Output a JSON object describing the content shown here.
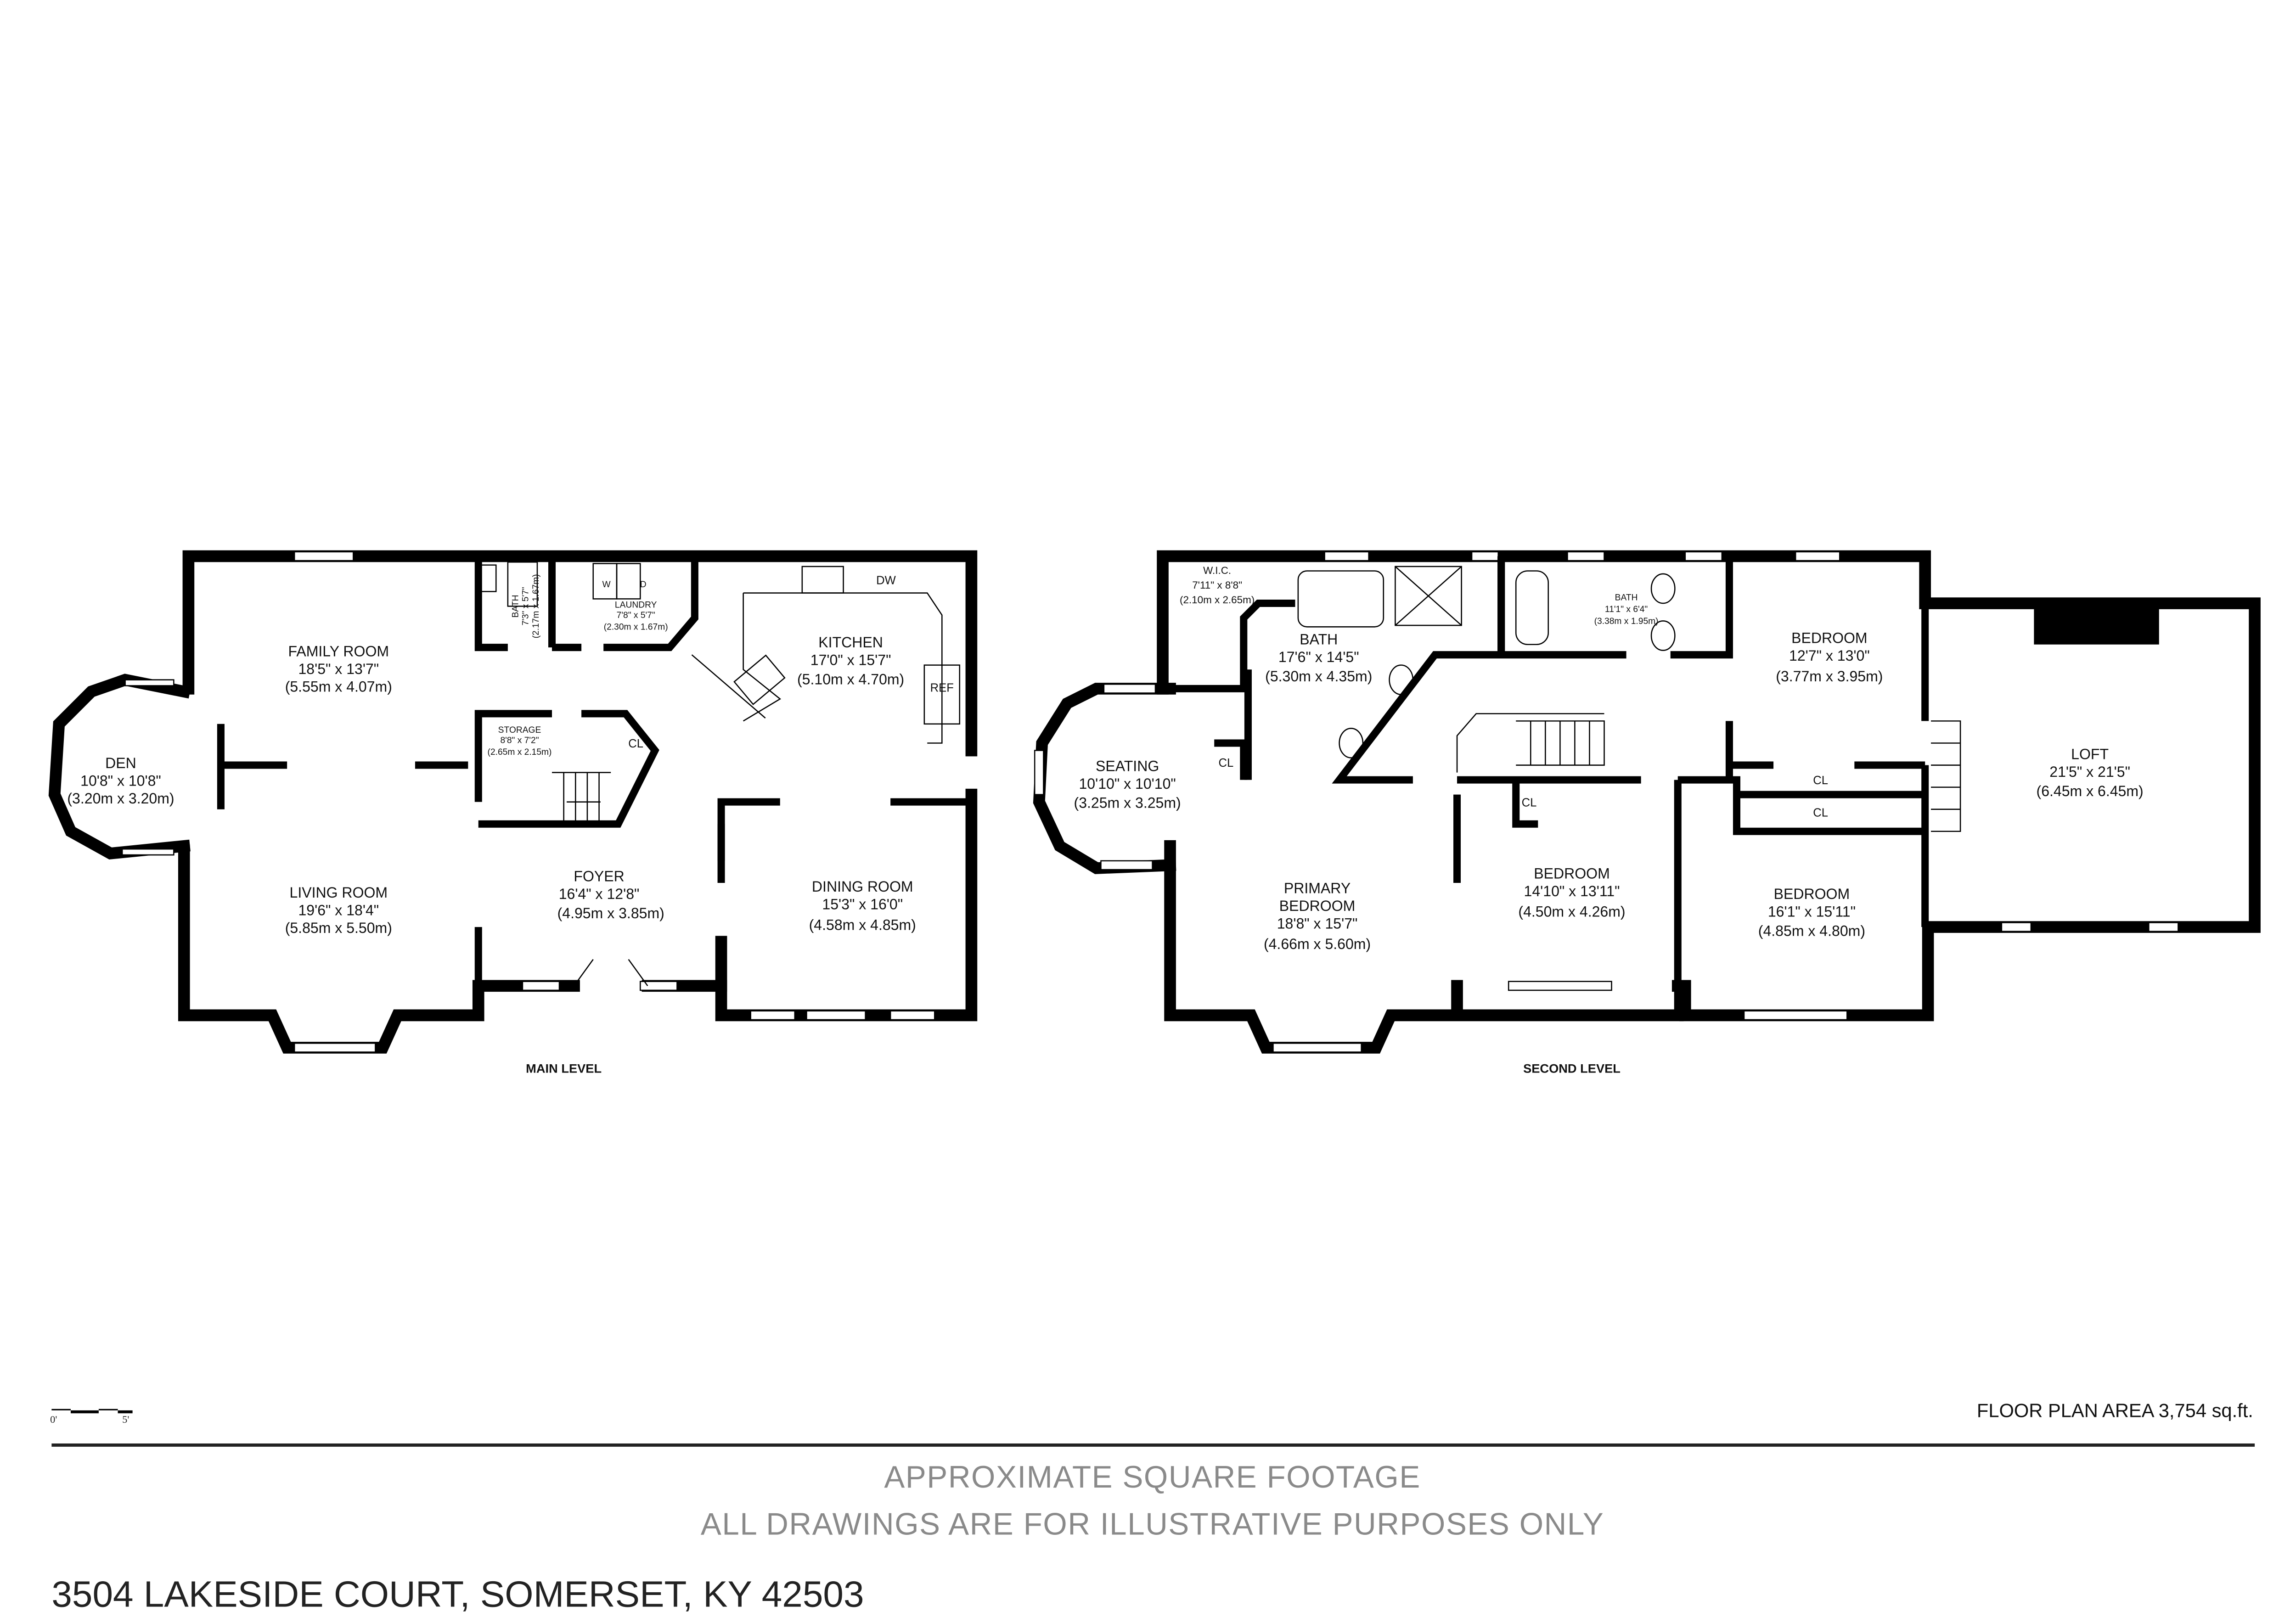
{
  "main_level": {
    "title": "MAIN LEVEL",
    "rooms": {
      "family_room": {
        "name": "FAMILY ROOM",
        "imperial": "18'5\" x 13'7\"",
        "metric": "(5.55m x 4.07m)"
      },
      "den": {
        "name": "DEN",
        "imperial": "10'8\" x 10'8\"",
        "metric": "(3.20m x 3.20m)"
      },
      "living_room": {
        "name": "LIVING ROOM",
        "imperial": "19'6\" x 18'4\"",
        "metric": "(5.85m x 5.50m)"
      },
      "bath": {
        "name": "BATH",
        "imperial": "7'3\" x 5'7\"",
        "metric": "(2.17m x 1.67m)"
      },
      "laundry": {
        "name": "LAUNDRY",
        "imperial": "7'8\" x 5'7\"",
        "metric": "(2.30m x 1.67m)"
      },
      "storage": {
        "name": "STORAGE",
        "imperial": "8'8\" x 7'2\"",
        "metric": "(2.65m x 2.15m)"
      },
      "closet": {
        "name": "CL"
      },
      "kitchen": {
        "name": "KITCHEN",
        "imperial": "17'0\" x 15'7\"",
        "metric": "(5.10m x 4.70m)"
      },
      "foyer": {
        "name": "FOYER",
        "imperial": "16'4\" x 12'8\"",
        "metric": "(4.95m x 3.85m)"
      },
      "dining_room": {
        "name": "DINING ROOM",
        "imperial": "15'3\" x 16'0\"",
        "metric": "(4.58m x 4.85m)"
      }
    },
    "appliances": {
      "washer": "W",
      "dryer": "D",
      "dishwasher": "DW",
      "refrigerator": "REF"
    }
  },
  "second_level": {
    "title": "SECOND LEVEL",
    "rooms": {
      "wic": {
        "name": "W.I.C.",
        "imperial": "7'11\" x 8'8\"",
        "metric": "(2.10m x 2.65m)"
      },
      "primary_bath": {
        "name": "BATH",
        "imperial": "17'6\" x 14'5\"",
        "metric": "(5.30m x 4.35m)"
      },
      "bath2": {
        "name": "BATH",
        "imperial": "11'1\" x 6'4\"",
        "metric": "(3.38m x 1.95m)"
      },
      "seating": {
        "name": "SEATING",
        "imperial": "10'10\" x 10'10\"",
        "metric": "(3.25m x 3.25m)"
      },
      "closet": {
        "name": "CL"
      },
      "primary_bedroom": {
        "name1": "PRIMARY",
        "name2": "BEDROOM",
        "imperial": "18'8\" x 15'7\"",
        "metric": "(4.66m x 5.60m)"
      },
      "bedroom_a": {
        "name": "BEDROOM",
        "imperial": "14'10\" x 13'11\"",
        "metric": "(4.50m x 4.26m)"
      },
      "bedroom_b": {
        "name": "BEDROOM",
        "imperial": "12'7\" x 13'0\"",
        "metric": "(3.77m x 3.95m)"
      },
      "bedroom_c": {
        "name": "BEDROOM",
        "imperial": "16'1\" x 15'11\"",
        "metric": "(4.85m x 4.80m)"
      },
      "loft": {
        "name": "LOFT",
        "imperial": "21'5\" x 21'5\"",
        "metric": "(6.45m x 6.45m)"
      }
    }
  },
  "scale_bar": {
    "start": "0'",
    "end": "5'"
  },
  "floor_plan_area": "FLOOR PLAN AREA 3,754 sq.ft.",
  "disclaimer_1": "APPROXIMATE SQUARE FOOTAGE",
  "disclaimer_2": "ALL DRAWINGS ARE FOR ILLUSTRATIVE PURPOSES ONLY",
  "address": "3504 LAKESIDE COURT, SOMERSET, KY 42503"
}
